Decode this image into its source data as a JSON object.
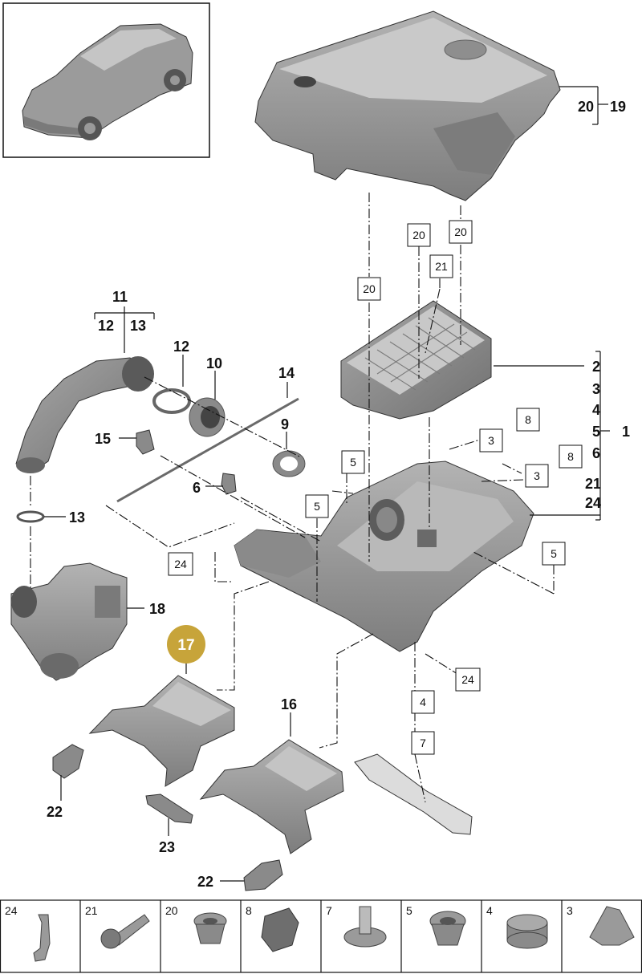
{
  "labels": {
    "n1": "1",
    "n2": "2",
    "n3": "3",
    "n4": "4",
    "n5": "5",
    "n6": "6",
    "n21r": "21",
    "n24r": "24",
    "n19": "19",
    "n20top": "20",
    "n11": "11",
    "n12a": "12",
    "n13a": "13",
    "n12": "12",
    "n10": "10",
    "n14": "14",
    "n15": "15",
    "n9": "9",
    "n6l": "6",
    "n13": "13",
    "n18": "18",
    "n16": "16",
    "n22a": "22",
    "n23": "23",
    "n22b": "22",
    "n17": "17"
  },
  "boxes": {
    "b20a": "20",
    "b20b": "20",
    "b20c": "20",
    "b21": "21",
    "b8a": "8",
    "b3a": "3",
    "b8b": "8",
    "b3b": "3",
    "b5a": "5",
    "b5b": "5",
    "b5c": "5",
    "b24a": "24",
    "b24b": "24",
    "b4": "4",
    "b7": "7"
  },
  "thumbs": [
    "24",
    "21",
    "20",
    "8",
    "7",
    "5",
    "4",
    "3"
  ],
  "colors": {
    "highlight": "#C7A43A",
    "part": "#9a9a9a",
    "partDark": "#6f6f6f"
  }
}
